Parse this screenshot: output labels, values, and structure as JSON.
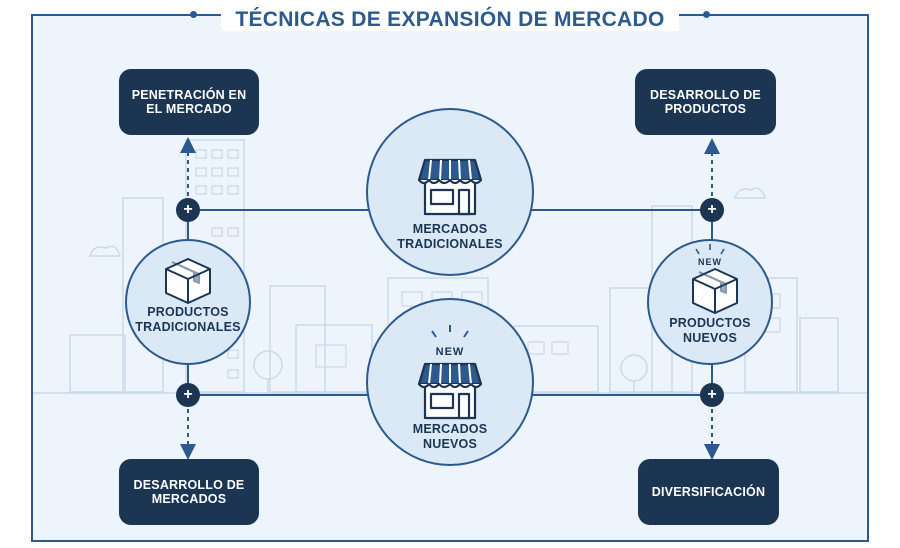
{
  "title": "TÉCNICAS DE EXPANSIÓN DE MERCADO",
  "boxes": {
    "top_left": "PENETRACIÓN EN EL MERCADO",
    "top_right": "DESARROLLO DE PRODUCTOS",
    "bottom_left": "DESARROLLO DE MERCADOS",
    "bottom_right": "DIVERSIFICACIÓN"
  },
  "circles": {
    "top_center": "MERCADOS TRADICIONALES",
    "bottom_center": "MERCADOS NUEVOS",
    "left": "PRODUCTOS TRADICIONALES",
    "right": "PRODUCTOS NUEVOS"
  },
  "badges": {
    "plus": "+",
    "new": "NEW"
  },
  "colors": {
    "primary": "#2d5a8e",
    "dark": "#1b3553",
    "circle_fill": "#dbe8f6",
    "background": "#eef4fb"
  }
}
